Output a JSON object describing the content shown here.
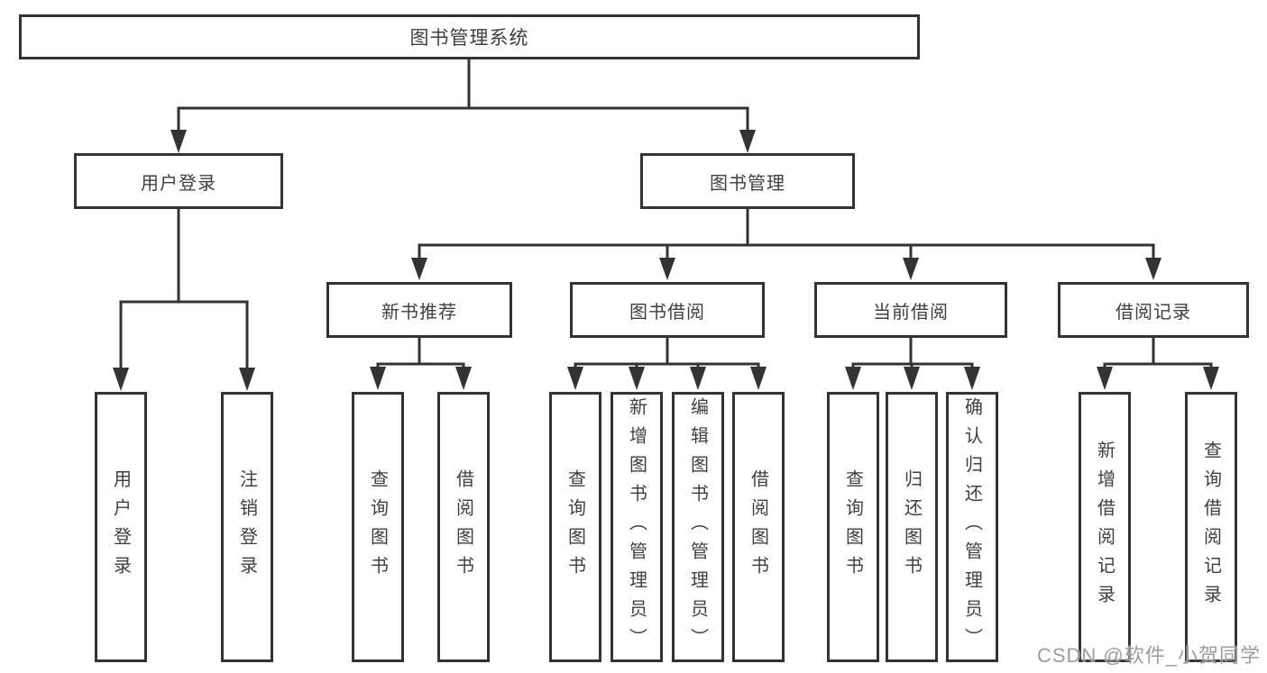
{
  "diagram": {
    "root": {
      "label": "图书管理系统"
    },
    "branches": [
      {
        "label": "用户登录",
        "children": [
          {
            "label": "用户登录"
          },
          {
            "label": "注销登录"
          }
        ]
      },
      {
        "label": "图书管理",
        "children": [
          {
            "label": "新书推荐",
            "children": [
              {
                "label": "查询图书"
              },
              {
                "label": "借阅图书"
              }
            ]
          },
          {
            "label": "图书借阅",
            "children": [
              {
                "label": "查询图书"
              },
              {
                "label": "新增图书（管理员）"
              },
              {
                "label": "编辑图书（管理员）"
              },
              {
                "label": "借阅图书"
              }
            ]
          },
          {
            "label": "当前借阅",
            "children": [
              {
                "label": "查询图书"
              },
              {
                "label": "归还图书"
              },
              {
                "label": "确认归还（管理员）"
              }
            ]
          },
          {
            "label": "借阅记录",
            "children": [
              {
                "label": "新增借阅记录"
              },
              {
                "label": "查询借阅记录"
              }
            ]
          }
        ]
      }
    ]
  },
  "watermark": "CSDN @软件_小贺同学",
  "colors": {
    "line": "#333333",
    "box_border": "#333333",
    "text": "#3f3f3f",
    "background": "#ffffff",
    "watermark": "#91959b"
  }
}
